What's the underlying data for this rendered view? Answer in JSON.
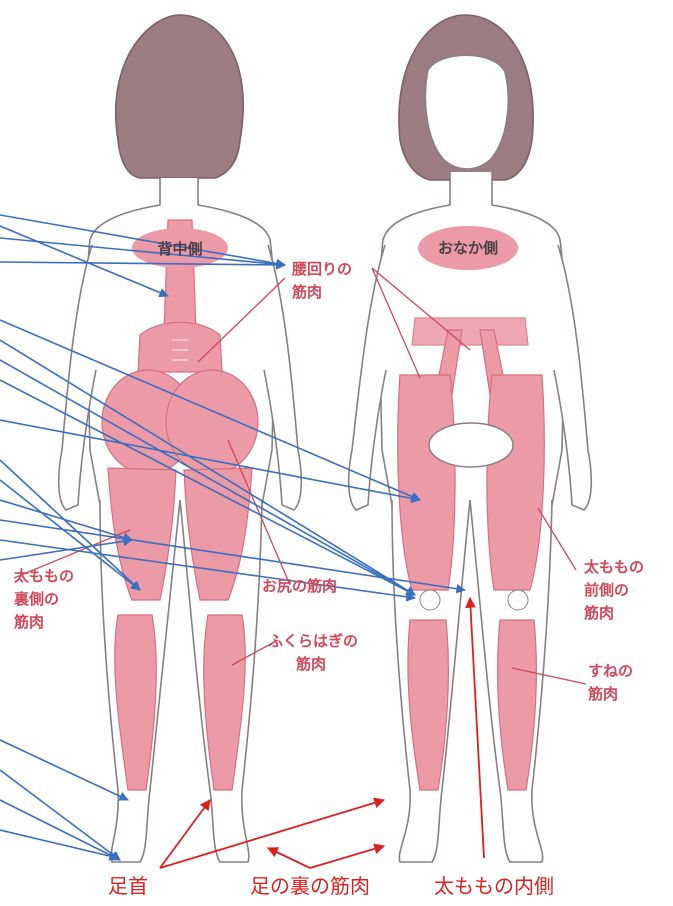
{
  "figure": {
    "badges": {
      "back": "背中側",
      "front": "おなか側"
    },
    "labels": {
      "waist": [
        "腰回りの",
        "筋肉"
      ],
      "hamstring": [
        "太ももの",
        "裏側の",
        "筋肉"
      ],
      "glute": [
        "お尻の筋肉"
      ],
      "calf": [
        "ふくらはぎの",
        "筋肉"
      ],
      "quad": [
        "太ももの",
        "前側の",
        "筋肉"
      ],
      "shin": [
        "すねの",
        "筋肉"
      ]
    },
    "captions": {
      "ankle": "足首",
      "sole": "足の裏の筋肉",
      "inner_thigh": "太ももの内側"
    }
  },
  "colors": {
    "skin_outline": "#8a7e80",
    "hair": "#9b7c82",
    "muscle": "#eb9aa6",
    "muscle_dark": "#d86f80",
    "label_red": "#d1485a",
    "blue_arrow": "#3a6fc0",
    "red_arrow": "#e01e1e"
  }
}
